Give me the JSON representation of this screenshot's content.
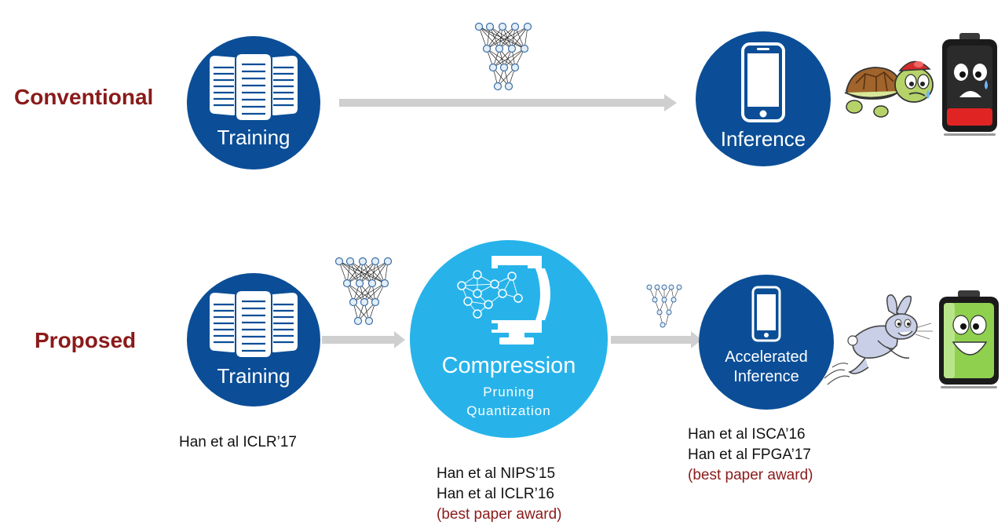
{
  "rows": {
    "conventional": {
      "label": "Conventional",
      "training_label": "Training",
      "inference_label": "Inference"
    },
    "proposed": {
      "label": "Proposed",
      "training_label": "Training",
      "compression_title": "Compression",
      "compression_sub1": "Pruning",
      "compression_sub2": "Quantization",
      "inference_line1": "Accelerated",
      "inference_line2": "Inference"
    }
  },
  "references": {
    "training": [
      "Han et al  ICLR’17"
    ],
    "compression": [
      "Han et al  NIPS’15",
      "Han et al  ICLR’16"
    ],
    "compression_award": "(best paper award)",
    "inference": [
      "Han et al  ISCA’16",
      "Han et al  FPGA’17"
    ],
    "inference_award": "(best paper award)"
  },
  "colors": {
    "dark_circle": "#0b4e97",
    "light_circle": "#27b3ea",
    "row_label": "#8b1a1a",
    "arrow": "#cfcfcf"
  },
  "icons": {
    "server": "server-rack-icon",
    "phone": "smartphone-icon",
    "compress": "clamp-compression-icon",
    "network": "neural-network-icon",
    "turtle": "turtle-icon",
    "rabbit": "rabbit-icon",
    "battery_low": "battery-low-icon",
    "battery_full": "battery-full-icon"
  }
}
